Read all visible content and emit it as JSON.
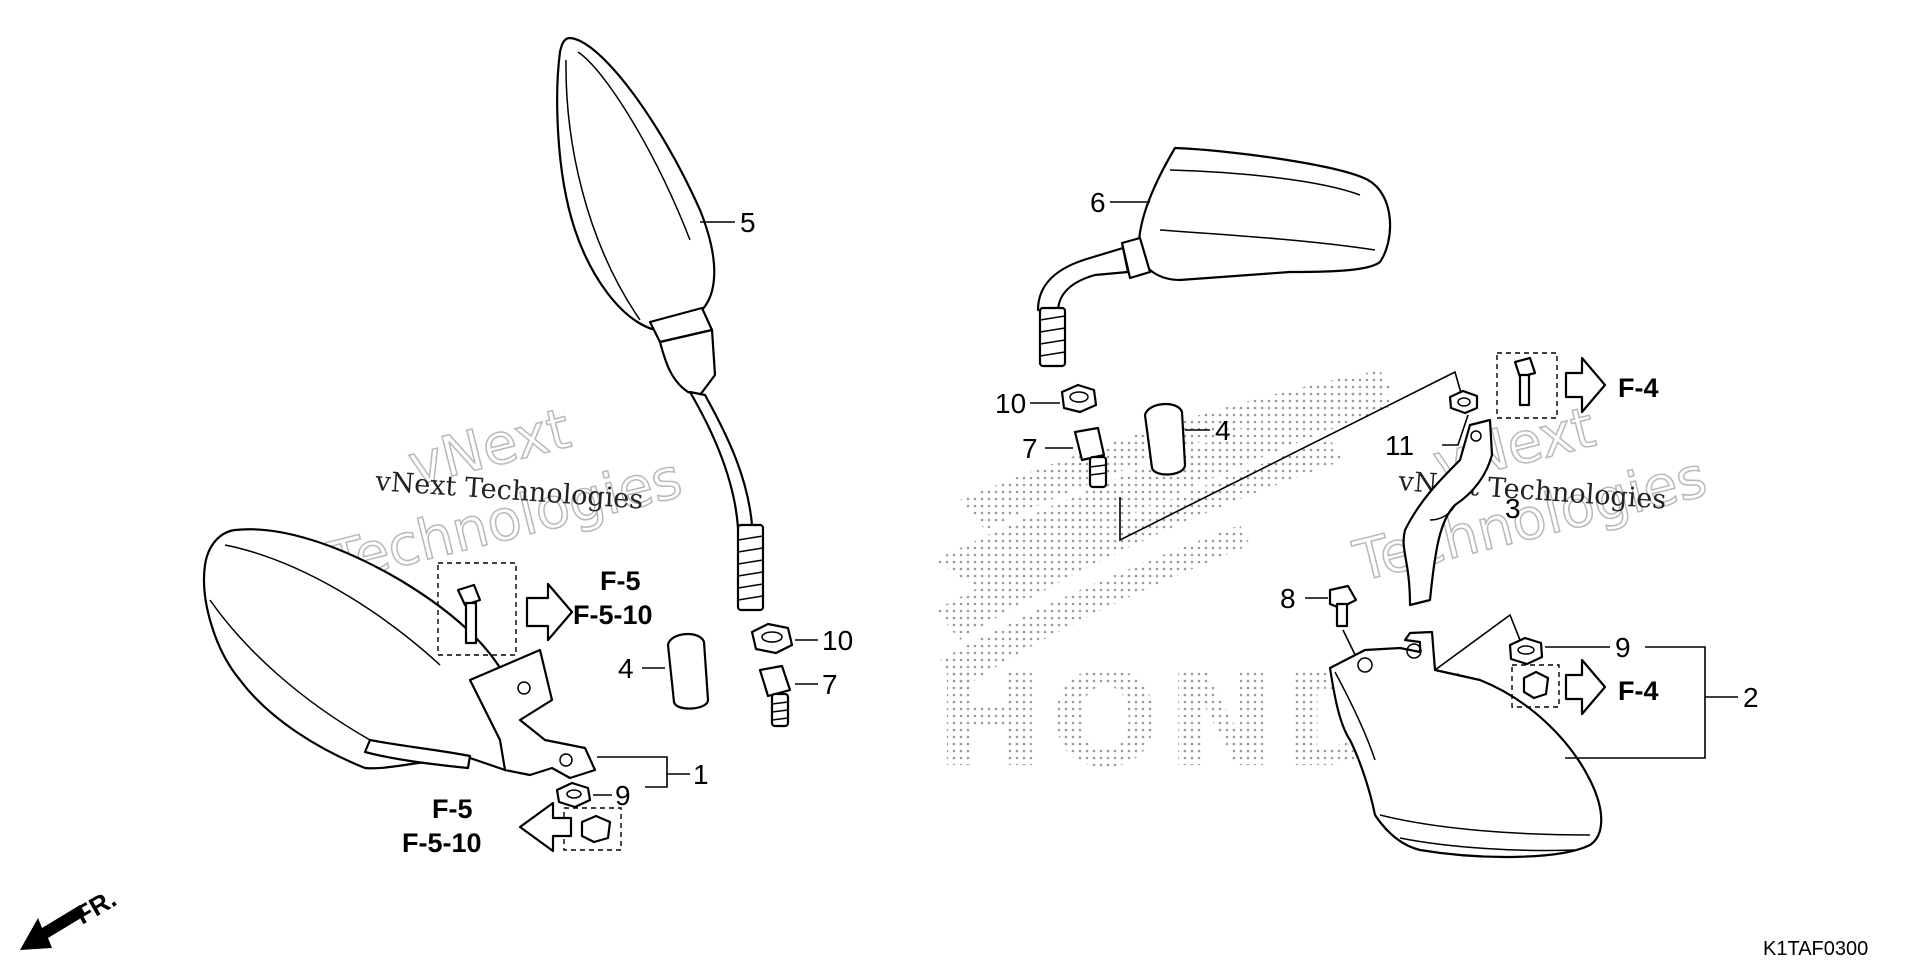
{
  "diagram_code": "K1TAF0300",
  "brand_watermark": "HONDA",
  "watermarks": {
    "line1": "vNext",
    "line2": "Technologies",
    "caption": "vNext Technologies"
  },
  "direction_label": "FR.",
  "part_numbers": {
    "left_mirror": "5",
    "right_mirror": "6",
    "cap_left": "4",
    "cap_right": "4",
    "nut_left": "10",
    "nut_right": "10",
    "adapter_left": "7",
    "adapter_right": "7",
    "washer_left": "9",
    "washer_right": "9",
    "screw": "8",
    "stay": "3",
    "washer_small": "11",
    "left_guard": "1",
    "right_guard": "2"
  },
  "references": {
    "left_upper": [
      "F-5",
      "F-5-10"
    ],
    "left_lower": [
      "F-5",
      "F-5-10"
    ],
    "right_upper": "F-4",
    "right_lower": "F-4"
  }
}
